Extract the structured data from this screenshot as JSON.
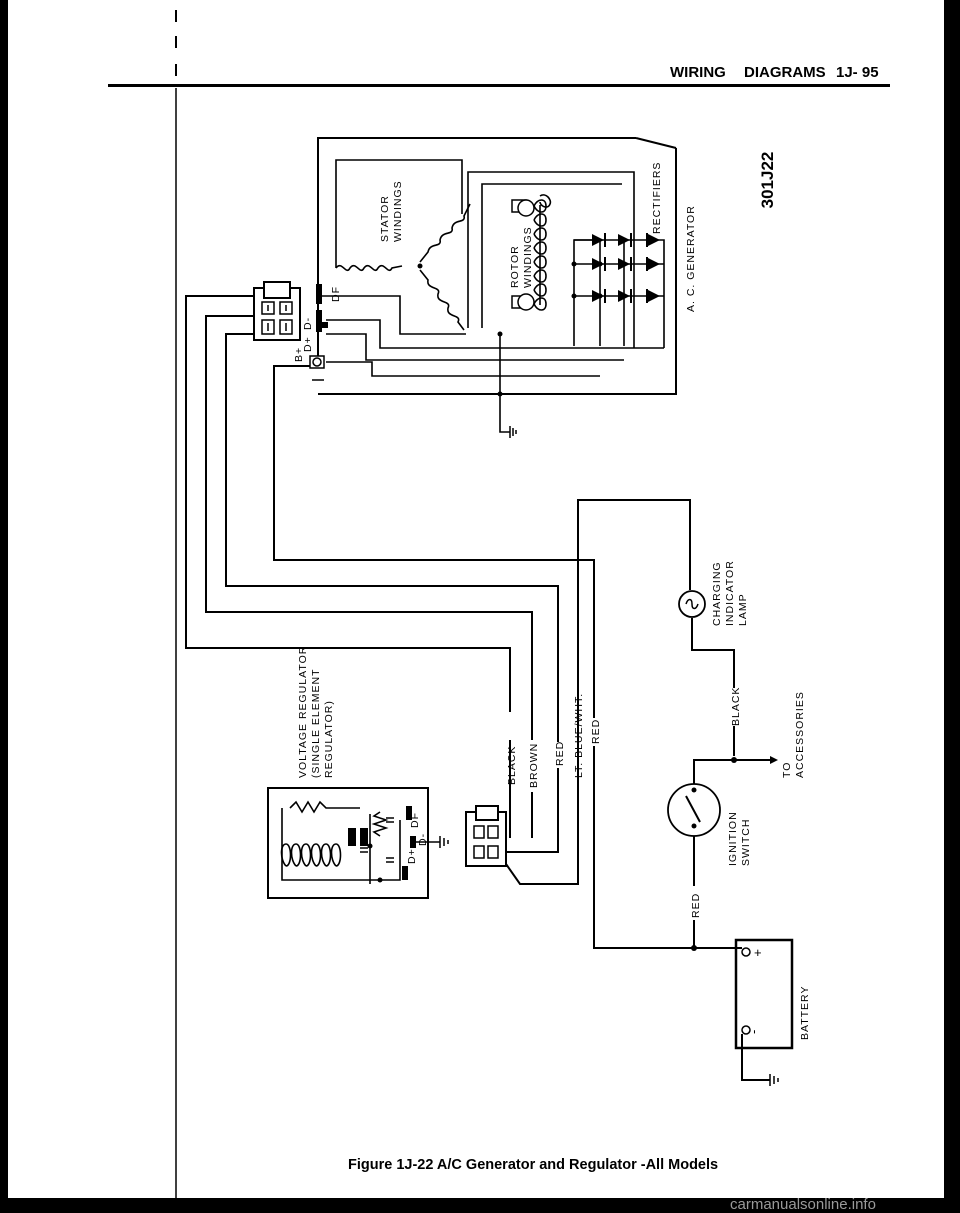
{
  "page": {
    "header_title": "WIRING DIAGRAMS",
    "page_number": "1J- 95",
    "figure_code": "301J22",
    "caption": "Figure 1J-22 A/C Generator and Regulator -All Models",
    "watermark": "carmanualsonline.info"
  },
  "generator": {
    "title": "A. C. GENERATOR",
    "stator_label": [
      "STATOR",
      "WINDINGS"
    ],
    "rotor_label": [
      "ROTOR",
      "WINDINGS"
    ],
    "rectifiers_label": "RECTIFIERS",
    "terminals": {
      "df": "DF",
      "d_minus": "D-",
      "d_plus": "D+",
      "b_plus": "B+"
    }
  },
  "regulator": {
    "title_lines": [
      "VOLTAGE REGULATOR",
      "(SINGLE ELEMENT",
      "REGULATOR)"
    ],
    "terminals": {
      "df": "DF",
      "d_minus": "D-",
      "d_plus": "D+"
    }
  },
  "wires": {
    "black": "BLACK",
    "brown": "BROWN",
    "red": "RED",
    "lt_blue_wht": "LT. BLUE/WHT.",
    "red_vertical": "RED",
    "black_accessories": "BLACK",
    "red_battery": "RED"
  },
  "components": {
    "charging_lamp": [
      "CHARGING",
      "INDICATOR",
      "LAMP"
    ],
    "ignition_switch": [
      "IGNITION",
      "SWITCH"
    ],
    "to_accessories": [
      "TO",
      "ACCESSORIES"
    ],
    "battery": "BATTERY",
    "battery_plus": "+",
    "battery_minus": "-"
  }
}
